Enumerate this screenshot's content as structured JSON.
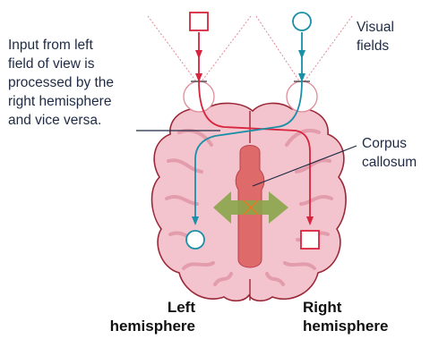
{
  "labels": {
    "input_note": "Input from left\nfield of view is\nprocessed by the\nright hemisphere\nand vice versa.",
    "visual_fields": "Visual\nfields",
    "corpus_callosum": "Corpus\ncallosum",
    "left_hemisphere": "Left\nhemisphere",
    "right_hemisphere": "Right\nhemisphere"
  },
  "colors": {
    "left_pathway": "#1a8fa8",
    "right_pathway": "#d8243c",
    "brain_fill": "#f3c4cd",
    "brain_outline": "#9a2838",
    "corpus_fill": "#de6a6a",
    "arrow_fill": "#8aa64a",
    "text": "#1f2a44"
  },
  "icons": {
    "left_field_marker": "red-square",
    "right_field_marker": "teal-circle",
    "left_hemisphere_output": "teal-circle",
    "right_hemisphere_output": "red-square"
  }
}
